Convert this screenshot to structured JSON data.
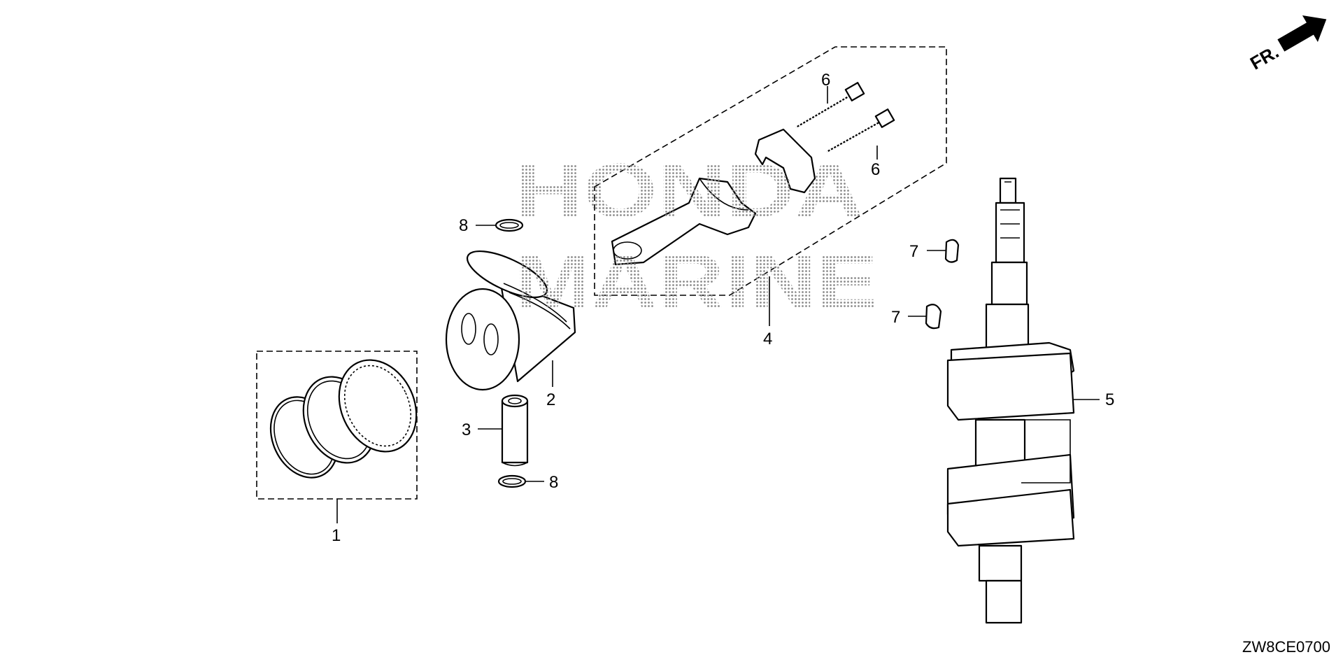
{
  "diagram": {
    "watermark": [
      "HONDA",
      "MARINE"
    ],
    "direction_label": "FR.",
    "diagram_code": "ZW8CE0700",
    "callouts": {
      "piston_rings": "1",
      "piston": "2",
      "piston_pin": "3",
      "connecting_rod": "4",
      "crankshaft": "5",
      "rod_bolt_top": "6",
      "rod_bolt_right": "6",
      "key_upper": "7",
      "key_lower": "7",
      "clip_upper": "8",
      "clip_lower": "8"
    }
  }
}
